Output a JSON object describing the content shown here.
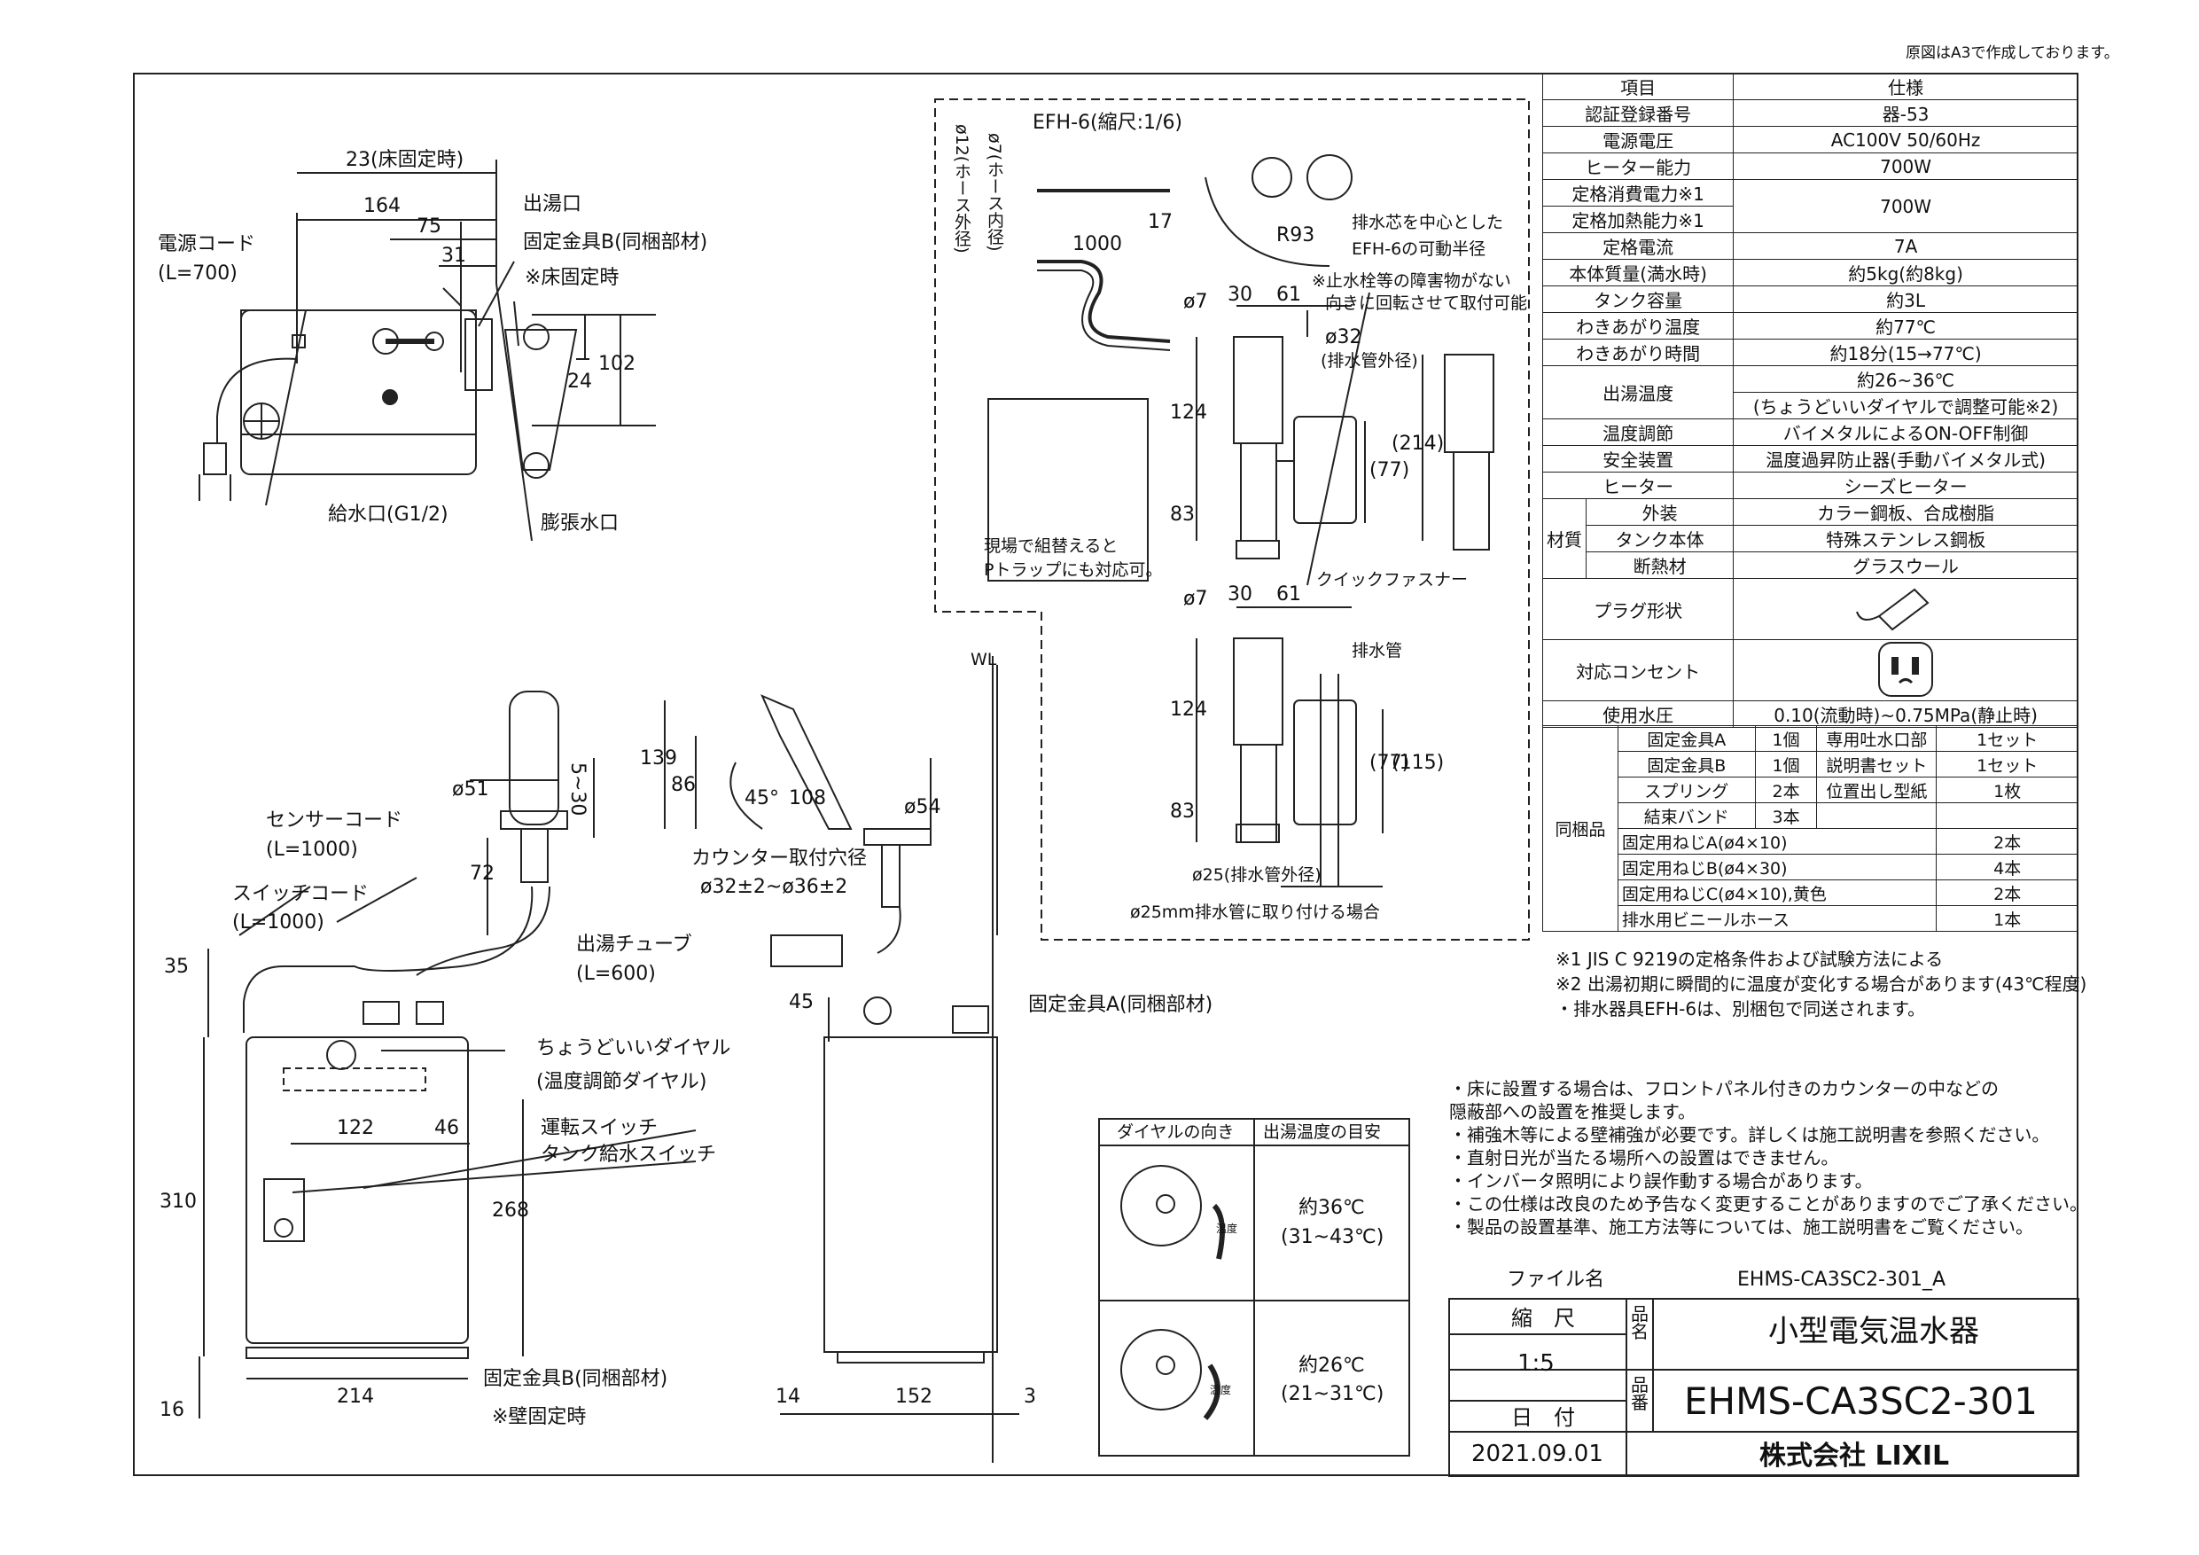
{
  "header_note": "原図はA3で作成しております。",
  "top_view": {
    "dims": [
      "23(床固定時)",
      "164",
      "75",
      "31",
      "24",
      "102"
    ],
    "power_cord": "電源コード",
    "power_cord_len": "(L=700)",
    "outlet": "出湯口",
    "bracket_b": "固定金具B(同梱部材)",
    "floor_note": "※床固定時",
    "water_inlet": "給水口(G1/2)",
    "expansion": "膨張水口"
  },
  "efh": {
    "title": "EFH-6(縮尺:1/6)",
    "dims": [
      "ø12(ホース外径)",
      "ø7(ホース内径)",
      "1000",
      "17",
      "R93",
      "ø7",
      "30",
      "61",
      "ø32",
      "124",
      "83",
      "(77)",
      "(214)",
      "ø7",
      "30",
      "61",
      "124",
      "83",
      "(77)",
      "(115)"
    ],
    "radius_note_1": "排水芯を中心とした",
    "radius_note_2": "EFH-6の可動半径",
    "stopcock_note_1": "※止水栓等の障害物がない",
    "stopcock_note_2": "向きに回転させて取付可能",
    "drain_od": "(排水管外径)",
    "ptrap_1": "現場で組替えると",
    "ptrap_2": "Pトラップにも対応可。",
    "quick": "クイックファスナー",
    "drain_pipe": "排水管",
    "d25": "ø25(排水管外径)",
    "d25_note": "ø25mm排水管に取り付ける場合",
    "wl": "WL"
  },
  "front_view": {
    "dims": [
      "ø51",
      "5~30",
      "72",
      "35",
      "122",
      "46",
      "310",
      "268",
      "214",
      "16"
    ],
    "sensor_cord": "センサーコード",
    "sensor_len": "(L=1000)",
    "switch_cord": "スイッチコード",
    "switch_len": "(L=1000)",
    "outlet_tube": "出湯チューブ",
    "outlet_len": "(L=600)",
    "dial": "ちょうどいいダイヤル",
    "dial_sub": "(温度調節ダイヤル)",
    "run_switch": "運転スイッチ",
    "tank_switch": "タンク給水スイッチ",
    "bracket_b": "固定金具B(同梱部材)",
    "wall_note": "※壁固定時"
  },
  "side_view": {
    "dims": [
      "139",
      "86",
      "45°",
      "108",
      "ø54",
      "45",
      "14",
      "152",
      "3"
    ],
    "counter_hole": "カウンター取付穴径",
    "counter_hole_dims": "ø32±2~ø36±2",
    "bracket_a": "固定金具A(同梱部材)"
  },
  "dial_table": {
    "headers": [
      "ダイヤルの向き",
      "出湯温度の目安"
    ],
    "rows": [
      {
        "temp": "約36℃",
        "range": "(31~43℃)",
        "label": "温度"
      },
      {
        "temp": "約26℃",
        "range": "(21~31℃)",
        "label": "温度"
      }
    ]
  },
  "spec": {
    "headers": [
      "項目",
      "仕様"
    ],
    "rows": [
      [
        "認証登録番号",
        "器-53"
      ],
      [
        "電源電圧",
        "AC100V 50/60Hz"
      ],
      [
        "ヒーター能力",
        "700W"
      ],
      [
        "定格消費電力※1",
        "700W"
      ],
      [
        "定格加熱能力※1",
        ""
      ],
      [
        "定格電流",
        "7A"
      ],
      [
        "本体質量(満水時)",
        "約5kg(約8kg)"
      ],
      [
        "タンク容量",
        "約3L"
      ],
      [
        "わきあがり温度",
        "約77℃"
      ],
      [
        "わきあがり時間",
        "約18分(15→77℃)"
      ]
    ],
    "outlet_temp_label": "出湯温度",
    "outlet_temp_1": "約26~36℃",
    "outlet_temp_2": "(ちょうどいいダイヤルで調整可能※2)",
    "rows2": [
      [
        "温度調節",
        "バイメタルによるON-OFF制御"
      ],
      [
        "安全装置",
        "温度過昇防止器(手動バイメタル式)"
      ],
      [
        "ヒーター",
        "シーズヒーター"
      ]
    ],
    "material_label": "材質",
    "materials": [
      [
        "外装",
        "カラー鋼板、合成樹脂"
      ],
      [
        "タンク本体",
        "特殊ステンレス鋼板"
      ],
      [
        "断熱材",
        "グラスウール"
      ]
    ],
    "plug_label": "プラグ形状",
    "outlet_label": "対応コンセント",
    "pressure_label": "使用水圧",
    "pressure_value": "0.10(流動時)~0.75MPa(静止時)",
    "included_label": "同梱品",
    "included": [
      [
        "固定金具A",
        "1個",
        "専用吐水口部",
        "1セット"
      ],
      [
        "固定金具B",
        "1個",
        "説明書セット",
        "1セット"
      ],
      [
        "スプリング",
        "2本",
        "位置出し型紙",
        "1枚"
      ],
      [
        "結束バンド",
        "3本",
        "",
        ""
      ]
    ],
    "included_wide": [
      [
        "固定用ねじA(ø4×10)",
        "2本"
      ],
      [
        "固定用ねじB(ø4×30)",
        "4本"
      ],
      [
        "固定用ねじC(ø4×10),黄色",
        "2本"
      ],
      [
        "排水用ビニールホース",
        "1本"
      ]
    ]
  },
  "footnotes": [
    "※1  JIS C 9219の定格条件および試験方法による",
    "※2  出湯初期に瞬間的に温度が変化する場合があります(43℃程度)",
    "・排水器具EFH-6は、別梱包で同送されます。"
  ],
  "notes": [
    "・床に設置する場合は、フロントパネル付きのカウンターの中などの",
    "  隠蔽部への設置を推奨します。",
    "・補強木等による壁補強が必要です。詳しくは施工説明書を参照ください。",
    "・直射日光が当たる場所への設置はできません。",
    "・インバータ照明により誤作動する場合があります。",
    "・この仕様は改良のため予告なく変更することがありますのでご了承ください。",
    "・製品の設置基準、施工方法等については、施工説明書をご覧ください。"
  ],
  "title_block": {
    "file_label": "ファイル名",
    "file_name": "EHMS-CA3SC2-301_A",
    "scale_label": "縮　尺",
    "scale": "1:5",
    "date_label": "日　付",
    "date": "2021.09.01",
    "name_label": "品名",
    "name": "小型電気温水器",
    "number_label": "品番",
    "number": "EHMS-CA3SC2-301",
    "company": "株式会社 LIXIL"
  }
}
